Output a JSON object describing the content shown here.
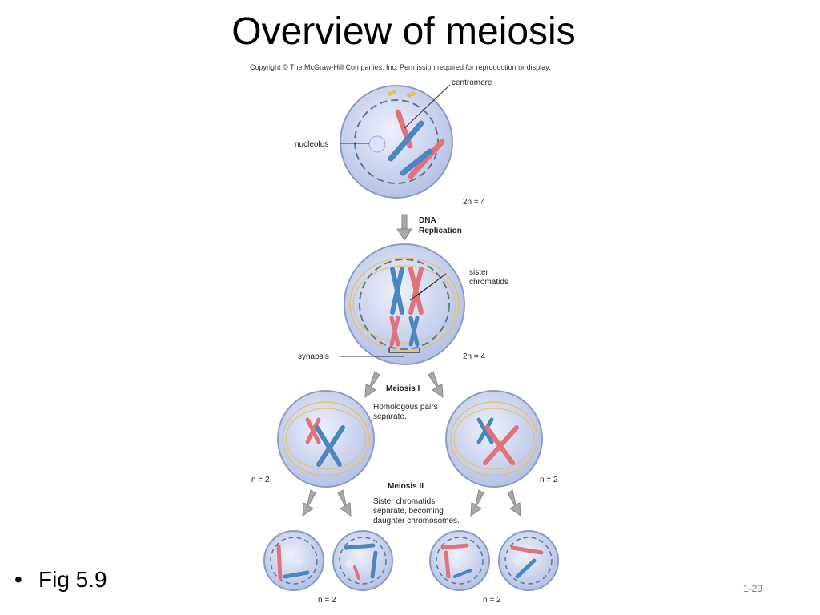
{
  "slide": {
    "title": "Overview of meiosis",
    "copyright": "Copyright © The McGraw-Hill Companies, Inc. Permission required for reproduction or display.",
    "bullet": "Fig 5.9",
    "page_number": "1-29"
  },
  "diagram": {
    "labels": {
      "centromere": "centromere",
      "nucleolus": "nucleolus",
      "ploidy_top": "2n = 4",
      "dna_line1": "DNA",
      "dna_line2": "Replication",
      "sister_line1": "sister",
      "sister_line2": "chromatids",
      "synapsis": "synapsis",
      "ploidy_mid": "2n = 4",
      "meiosis1": "Meiosis I",
      "homologous_line1": "Homologous pairs",
      "homologous_line2": "separate.",
      "ploidy_left": "n = 2",
      "ploidy_right": "n = 2",
      "meiosis2": "Meiosis II",
      "sister_sep_line1": "Sister chromatids",
      "sister_sep_line2": "separate, becoming",
      "sister_sep_line3": "daughter chromosomes.",
      "ploidy_bottom_left": "n = 2",
      "ploidy_bottom_right": "n = 2"
    },
    "colors": {
      "cell_fill": "#c9d3ee",
      "cell_edge": "#8d9cc4",
      "nuclear_dash": "#5c7a94",
      "chrom_red": "#e0727a",
      "chrom_blue": "#4a86c0",
      "spindle": "#e8bf5a",
      "arrow": "#a9a9a9"
    }
  }
}
